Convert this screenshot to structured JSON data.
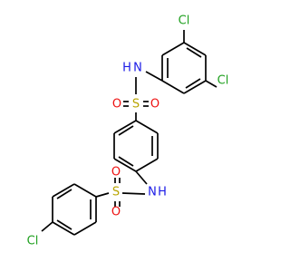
{
  "molecule": {
    "atoms": {
      "cl_top": "Cl",
      "cl_right": "Cl",
      "n_upper": "N",
      "h_upper": "H",
      "s_upper": "S",
      "o_upper_left": "O",
      "o_upper_right": "O",
      "n_lower": "N",
      "h_lower": "H",
      "s_lower": "S",
      "o_lower_left": "O",
      "o_lower_right": "O",
      "cl_bottom": "Cl"
    },
    "colors": {
      "bond": "#000000",
      "chlorine": "#1fa01f",
      "nitrogen": "#1a1ae6",
      "sulfur": "#b8a400",
      "oxygen": "#ee1111"
    }
  }
}
